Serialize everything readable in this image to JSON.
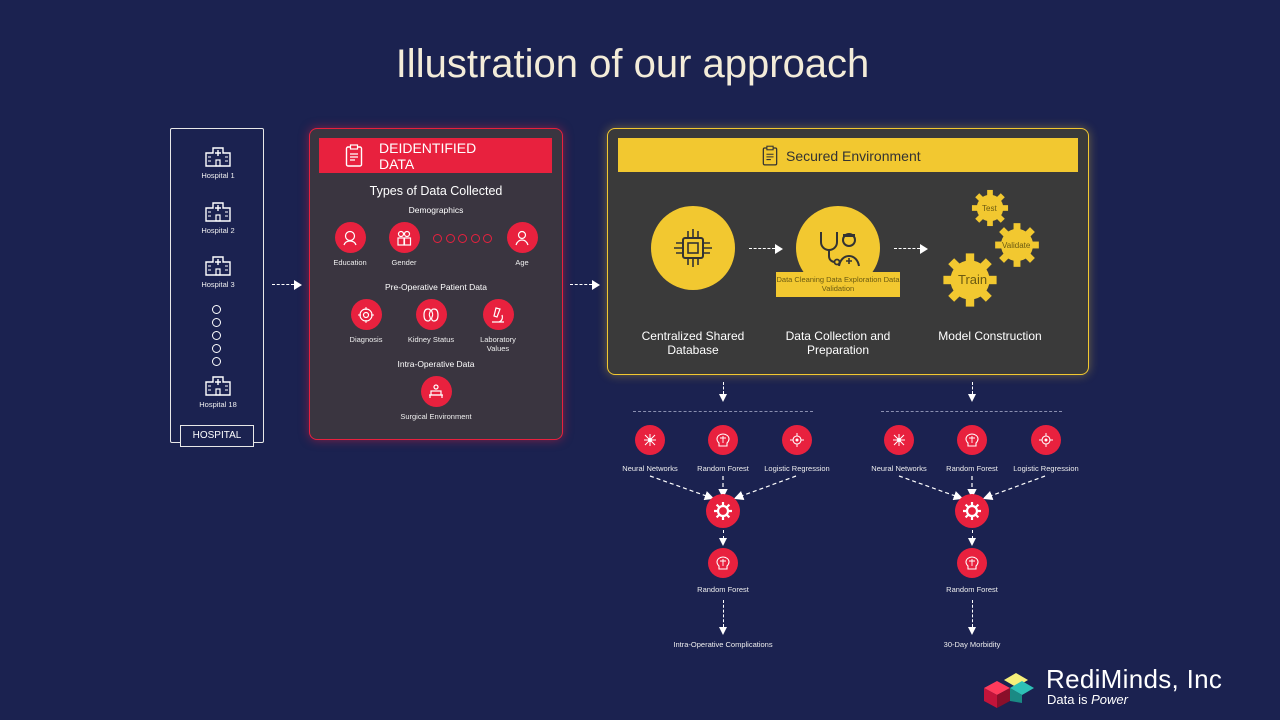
{
  "title": "Illustration of our approach",
  "hospital": {
    "items": [
      "Hospital 1",
      "Hospital 2",
      "Hospital 3",
      "Hospital 18"
    ],
    "label": "HOSPITAL"
  },
  "deidentified": {
    "header": "DEIDENTIFIED DATA",
    "subtitle": "Types of Data Collected",
    "demographics": {
      "heading": "Demographics",
      "items": [
        "Education",
        "Gender",
        "Age"
      ]
    },
    "preop": {
      "heading": "Pre-Operative Patient Data",
      "items": [
        "Diagnosis",
        "Kidney  Status",
        "Laboratory Values"
      ]
    },
    "intraop": {
      "heading": "Intra-Operative Data",
      "items": [
        "Surgical  Environment"
      ]
    }
  },
  "secured": {
    "header": "Secured Environment",
    "stages": [
      "Centralized Shared Database",
      "Data Collection and Preparation",
      "Model Construction"
    ],
    "cleaning": "Data Cleaning  Data Exploration Data Validation",
    "gears": [
      "Test",
      "Validate",
      "Train"
    ]
  },
  "branches": [
    {
      "models": [
        "Neural Networks",
        "Random  Forest",
        "Logistic  Regression"
      ],
      "selected": "Random  Forest",
      "outcome": "Intra-Operative  Complications"
    },
    {
      "models": [
        "Neural Networks",
        "Random  Forest",
        "Logistic  Regression"
      ],
      "selected": "Random  Forest",
      "outcome": "30-Day Morbidity"
    }
  ],
  "logo": {
    "name": "RediMinds, Inc",
    "tagline_prefix": "Data is ",
    "tagline_emphasis": "Power"
  },
  "colors": {
    "background": "#1b2250",
    "accent_red": "#e8213e",
    "accent_yellow": "#f2c830",
    "panel": "#3a3a3a"
  },
  "icons": [
    "hospital-icon",
    "clipboard-icon",
    "brain-icon",
    "gear-icon",
    "chip-icon",
    "doctor-icon"
  ]
}
